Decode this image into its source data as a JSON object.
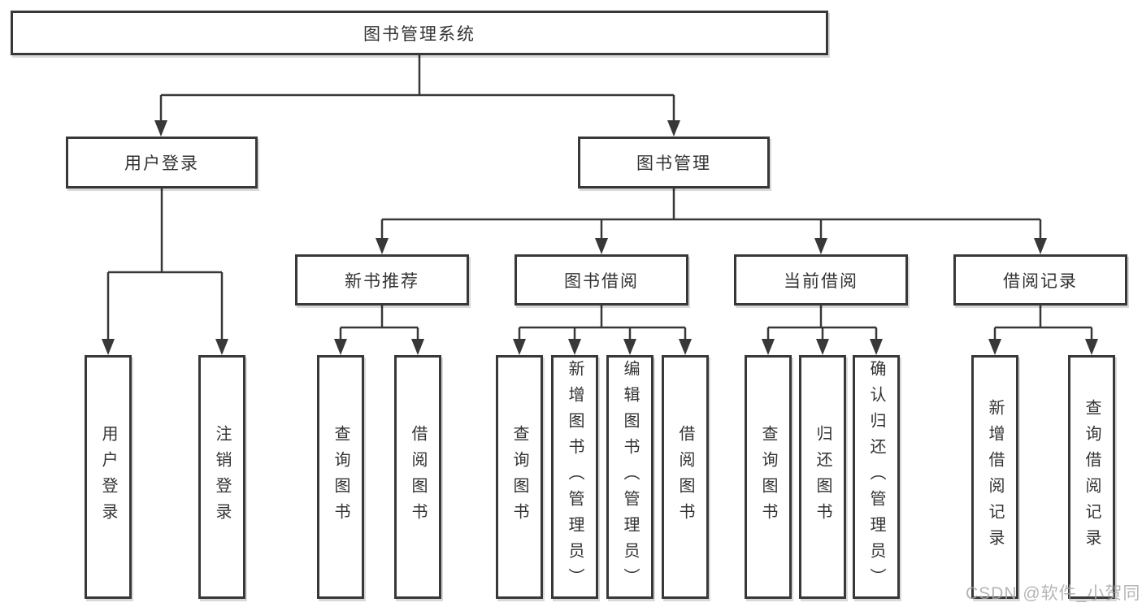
{
  "tree": {
    "root": {
      "label": "图书管理系统"
    },
    "branches": [
      {
        "label": "用户登录",
        "children": [
          {
            "label": "用户登录"
          },
          {
            "label": "注销登录"
          }
        ]
      },
      {
        "label": "图书管理",
        "children": [
          {
            "label": "新书推荐",
            "children": [
              {
                "label": "查询图书"
              },
              {
                "label": "借阅图书"
              }
            ]
          },
          {
            "label": "图书借阅",
            "children": [
              {
                "label": "查询图书"
              },
              {
                "label": "新增图书（管理员）"
              },
              {
                "label": "编辑图书（管理员）"
              },
              {
                "label": "借阅图书"
              }
            ]
          },
          {
            "label": "当前借阅",
            "children": [
              {
                "label": "查询图书"
              },
              {
                "label": "归还图书"
              },
              {
                "label": "确认归还（管理员）"
              }
            ]
          },
          {
            "label": "借阅记录",
            "children": [
              {
                "label": "新增借阅记录"
              },
              {
                "label": "查询借阅记录"
              }
            ]
          }
        ]
      }
    ]
  },
  "watermark": {
    "text": "CSDN @软件_小贺同学"
  },
  "colors": {
    "line": "#383838",
    "text": "#333333",
    "box_background": "#ffffff",
    "watermark": "#a8a8a8",
    "page_background": "#ffffff"
  }
}
